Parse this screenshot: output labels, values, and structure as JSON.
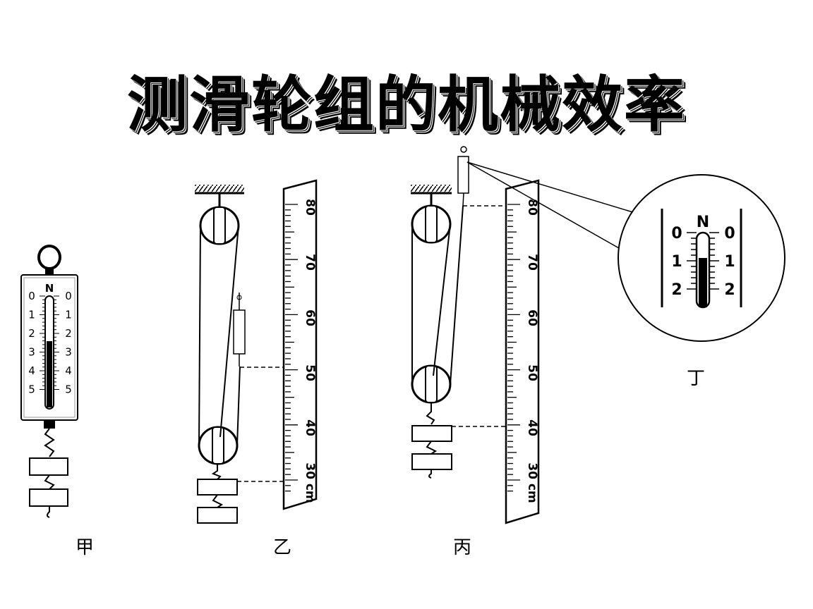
{
  "title": "测滑轮组的机械效率",
  "figures": {
    "jia": {
      "label": "甲",
      "unit": "N",
      "scale": [
        "0",
        "1",
        "2",
        "3",
        "4",
        "5"
      ]
    },
    "yi": {
      "label": "乙"
    },
    "bing": {
      "label": "丙"
    },
    "ding": {
      "label": "丁",
      "unit": "N",
      "scale": [
        "0",
        "1",
        "2"
      ]
    }
  },
  "ruler": {
    "marks": [
      "80",
      "70",
      "60",
      "50",
      "40",
      "30 cm"
    ]
  }
}
